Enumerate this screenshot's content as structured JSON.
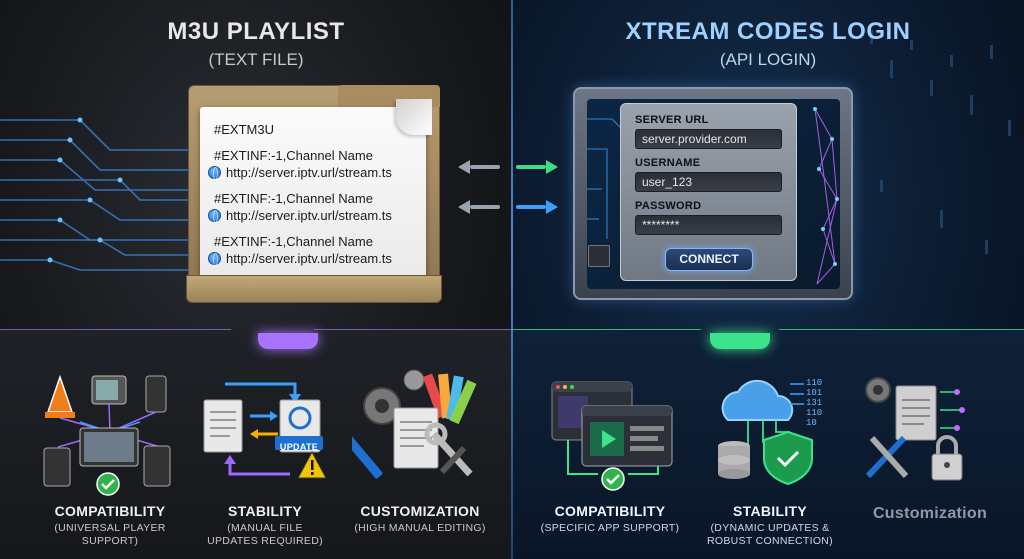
{
  "left": {
    "title": "M3U PLAYLIST",
    "subtitle": "(TEXT FILE)",
    "file_lines": {
      "header": "#EXTM3U",
      "entries": [
        {
          "extinf": "#EXTINF:-1,Channel Name",
          "url": "http://server.iptv.url/stream.ts"
        },
        {
          "extinf": "#EXTINF:-1,Channel Name",
          "url": "http://server.iptv.url/stream.ts"
        },
        {
          "extinf": "#EXTINF:-1,Channel Name",
          "url": "http://server.iptv.url/stream.ts"
        }
      ]
    },
    "features": [
      {
        "title": "COMPATIBILITY",
        "sub1": "(UNIVERSAL PLAYER",
        "sub2": "SUPPORT)",
        "icon": "devices-network-icon"
      },
      {
        "title": "STABILITY",
        "sub1": "(MANUAL FILE",
        "sub2": "UPDATES REQUIRED)",
        "icon": "file-update-warning-icon",
        "badge": "UPDATE"
      },
      {
        "title": "CUSTOMIZATION",
        "sub1": "(HIGH MANUAL EDITING)",
        "sub2": "",
        "icon": "edit-tools-icon"
      }
    ]
  },
  "right": {
    "title": "XTREAM CODES LOGIN",
    "subtitle": "(API LOGIN)",
    "login": {
      "server_label": "SERVER URL",
      "server_value": "server.provider.com",
      "user_label": "USERNAME",
      "user_value": "user_123",
      "pass_label": "PASSWORD",
      "pass_value": "********",
      "connect_label": "CONNECT"
    },
    "binary": [
      "110",
      "101",
      "131",
      "110",
      "10"
    ],
    "features": [
      {
        "title": "COMPATIBILITY",
        "sub1": "(SPECIFIC APP SUPPORT)",
        "sub2": "",
        "icon": "app-windows-icon"
      },
      {
        "title": "STABILITY",
        "sub1": "(DYNAMIC UPDATES &",
        "sub2": "ROBUST CONNECTION)",
        "icon": "cloud-shield-icon"
      },
      {
        "title": "Customization",
        "sub1": "",
        "sub2": "",
        "icon": "settings-lock-icon"
      }
    ]
  },
  "colors": {
    "left_accent": "#a874ff",
    "right_accent": "#3de38b",
    "arrow_green": "#3ddc84",
    "arrow_blue": "#3aa0ff"
  }
}
